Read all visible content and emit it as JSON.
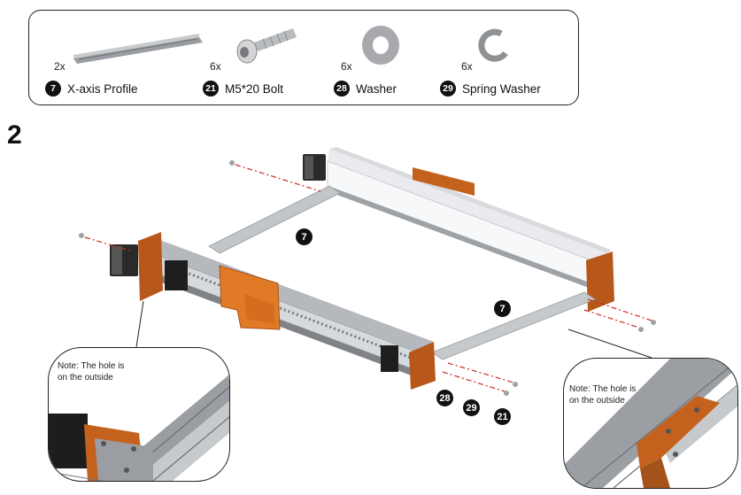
{
  "parts": [
    {
      "qty": "2x",
      "num": "7",
      "name": "X-axis Profile",
      "icon": "profile-rail-icon"
    },
    {
      "qty": "6x",
      "num": "21",
      "name": "M5*20 Bolt",
      "icon": "bolt-icon"
    },
    {
      "qty": "6x",
      "num": "28",
      "name": "Washer",
      "icon": "washer-icon"
    },
    {
      "qty": "6x",
      "num": "29",
      "name": "Spring Washer",
      "icon": "spring-washer-icon"
    }
  ],
  "step": "2",
  "callouts": {
    "profile_back": "7",
    "profile_front": "7",
    "washer": "28",
    "spring_washer": "29",
    "bolt": "21"
  },
  "notes": {
    "left": "Note: The hole is\non the outside",
    "right": "Note: The hole is\non the outside"
  },
  "colors": {
    "bracket": "#c4621d",
    "aluminum": "#c9cccf",
    "dashline": "#cc2a22"
  }
}
